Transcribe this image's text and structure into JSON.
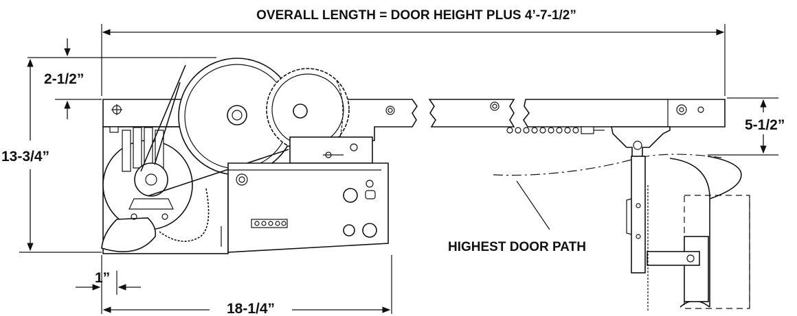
{
  "dimensions": {
    "overall_length": "OVERALL LENGTH = DOOR HEIGHT PLUS 4’-7-1/2”",
    "top_offset": "2-1/2”",
    "total_height": "13-3/4”",
    "rail_drop": "5-1/2”",
    "side_offset": "1”",
    "head_width": "18-1/4”"
  },
  "callouts": {
    "door_path": "HIGHEST DOOR PATH"
  },
  "colors": {
    "ink": "#111111",
    "background": "#ffffff"
  }
}
